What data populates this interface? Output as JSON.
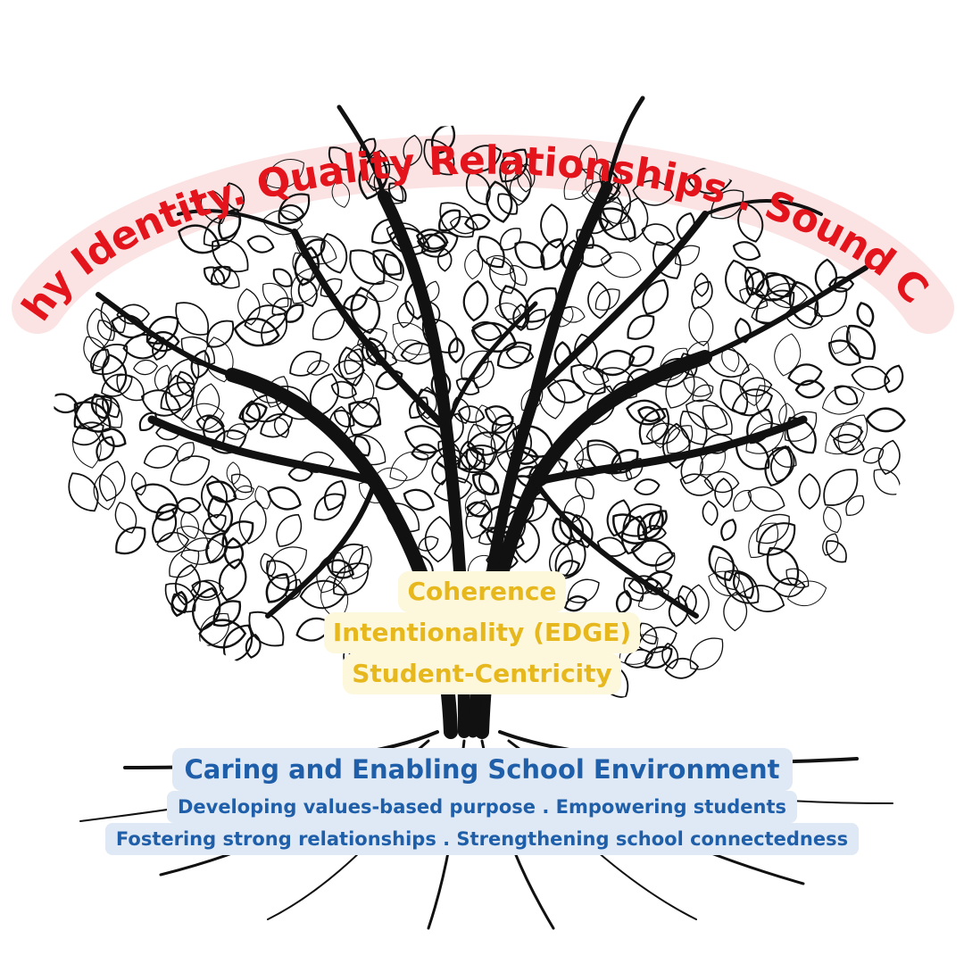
{
  "arc_banner": {
    "text": "Healthy Identity. Quality Relationships . Sound Choices",
    "text_color": "#e3141b",
    "band_color": "#fbe3e3"
  },
  "core_values": {
    "lines": [
      "Coherence",
      "Intentionality (EDGE)",
      "Student-Centricity"
    ],
    "text_color": "#e6b81e",
    "background_color": "#fdf7dc"
  },
  "roots": {
    "title": "Caring and Enabling School Environment",
    "lines": [
      "Developing values-based purpose . Empowering students",
      "Fostering strong relationships . Strengthening school connectedness"
    ],
    "text_color": "#1f5ea8",
    "background_color": "#dfe9f5"
  },
  "illustration": {
    "icon": "tree-icon",
    "ink_color": "#111111"
  }
}
